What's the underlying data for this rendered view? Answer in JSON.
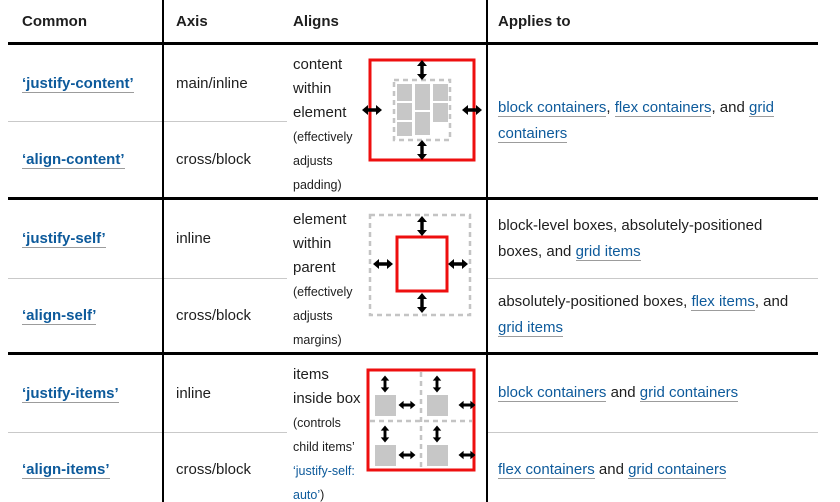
{
  "title": "CSS box alignment properties table",
  "colors": {
    "text": "#1e1e1e",
    "link": "#0d5a9b",
    "red": "#ee0f0f",
    "gray_block": "#c7c7c7",
    "dashed": "#c4c4c4",
    "divider": "#c9c9c9"
  },
  "icons": {
    "double_arrow_vertical": "vertical double-headed arrow",
    "double_arrow_horizontal": "horizontal double-headed arrow"
  },
  "header": {
    "columns": [
      "Common",
      "Axis",
      "Aligns",
      "Applies to"
    ]
  },
  "groups": [
    {
      "rows": [
        {
          "property": "‘justify-content’",
          "axis": "main/inline"
        },
        {
          "property": "‘align-content’",
          "axis": "cross/block"
        }
      ],
      "aligns": {
        "main": "content within element",
        "note_before": "(effectively adjusts padding)",
        "note_ref": "",
        "note_after": "",
        "diagram": "content-within-element"
      },
      "applies_shared": {
        "segments": [
          {
            "text": "block containers",
            "link": true
          },
          {
            "text": ", ",
            "link": false
          },
          {
            "text": "flex containers",
            "link": true
          },
          {
            "text": ", and ",
            "link": false
          },
          {
            "text": "grid containers",
            "link": true
          }
        ]
      }
    },
    {
      "rows": [
        {
          "property": "‘justify-self’",
          "axis": "inline"
        },
        {
          "property": "‘align-self’",
          "axis": "cross/block"
        }
      ],
      "aligns": {
        "main": "element within parent",
        "note_before": "(effectively adjusts margins)",
        "note_ref": "",
        "note_after": "",
        "diagram": "element-within-parent"
      },
      "applies_rows": [
        {
          "segments": [
            {
              "text": "block-level boxes, absolutely-positioned boxes, and ",
              "link": false
            },
            {
              "text": "grid items",
              "link": true
            }
          ]
        },
        {
          "segments": [
            {
              "text": "absolutely-positioned boxes, ",
              "link": false
            },
            {
              "text": "flex items",
              "link": true
            },
            {
              "text": ", and ",
              "link": false
            },
            {
              "text": "grid items",
              "link": true
            }
          ]
        }
      ]
    },
    {
      "rows": [
        {
          "property": "‘justify-items’",
          "axis": "inline"
        },
        {
          "property": "‘align-items’",
          "axis": "cross/block"
        }
      ],
      "aligns": {
        "main": "items inside box",
        "note_before": "(controls child items’ ",
        "note_ref": "‘justify-self: auto’",
        "note_after": ")",
        "diagram": "items-inside-box"
      },
      "applies_rows": [
        {
          "segments": [
            {
              "text": "block containers",
              "link": true
            },
            {
              "text": " and ",
              "link": false
            },
            {
              "text": "grid containers",
              "link": true
            }
          ]
        },
        {
          "segments": [
            {
              "text": "flex containers",
              "link": true
            },
            {
              "text": " and ",
              "link": false
            },
            {
              "text": "grid containers",
              "link": true
            }
          ]
        }
      ]
    }
  ]
}
